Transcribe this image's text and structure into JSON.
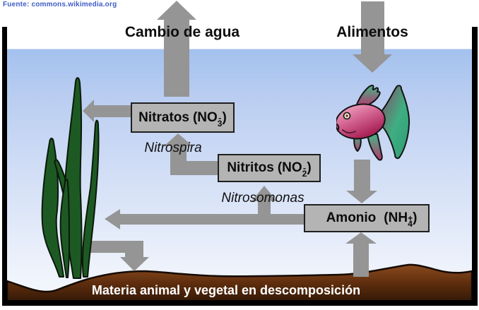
{
  "source_credit": "Fuente: commons.wikimedia.org",
  "headers": {
    "water_change": "Cambio de agua",
    "food": "Alimentos"
  },
  "nodes": {
    "nitratos": {
      "name": "Nitratos",
      "formula_open": "(NO",
      "subscript": "3",
      "superscript": "-",
      "formula_close": ")"
    },
    "nitritos": {
      "name": "Nitritos",
      "formula_open": "(NO",
      "subscript": "2",
      "superscript": "-",
      "formula_close": ")"
    },
    "amonio": {
      "name": "Amonio",
      "formula_open": "(NH",
      "subscript": "4",
      "superscript": "+",
      "formula_close": ")"
    }
  },
  "bacteria": {
    "nitrospira": "Nitrospira",
    "nitrosomonas": "Nitrosomonas"
  },
  "ground_caption": "Materia animal y vegetal en descomposición",
  "flows": [
    {
      "from": "food",
      "to": "fish"
    },
    {
      "from": "fish",
      "to": "amonio"
    },
    {
      "from": "decomposing-matter",
      "to": "amonio"
    },
    {
      "from": "amonio",
      "to": "nitritos",
      "label": "Nitrosomonas"
    },
    {
      "from": "nitritos",
      "to": "nitratos",
      "label": "Nitrospira"
    },
    {
      "from": "nitratos",
      "to": "plants"
    },
    {
      "from": "amonio",
      "to": "plants"
    },
    {
      "from": "plants",
      "to": "decomposing-matter"
    },
    {
      "from": "nitratos",
      "to": "water-change"
    }
  ],
  "illustrations": {
    "fish": "tropical-fish",
    "plants": "aquatic-plants",
    "soil": "decomposing-substrate"
  },
  "colors": {
    "arrow_gray": "#959595",
    "box_fill": "#b4b4b4",
    "box_border": "#1f1f1f",
    "water_top": "#a3c1ee",
    "water_bottom": "#f5f8fd",
    "soil_light": "#8a4a1d",
    "soil_dark": "#2f1706",
    "plant_green": "#1d5a23",
    "fish_pink": "#c2356f",
    "fish_green": "#45b488",
    "frame_black": "#000000",
    "credit_blue": "#3f5ec6",
    "caption_white": "#ffffff"
  }
}
